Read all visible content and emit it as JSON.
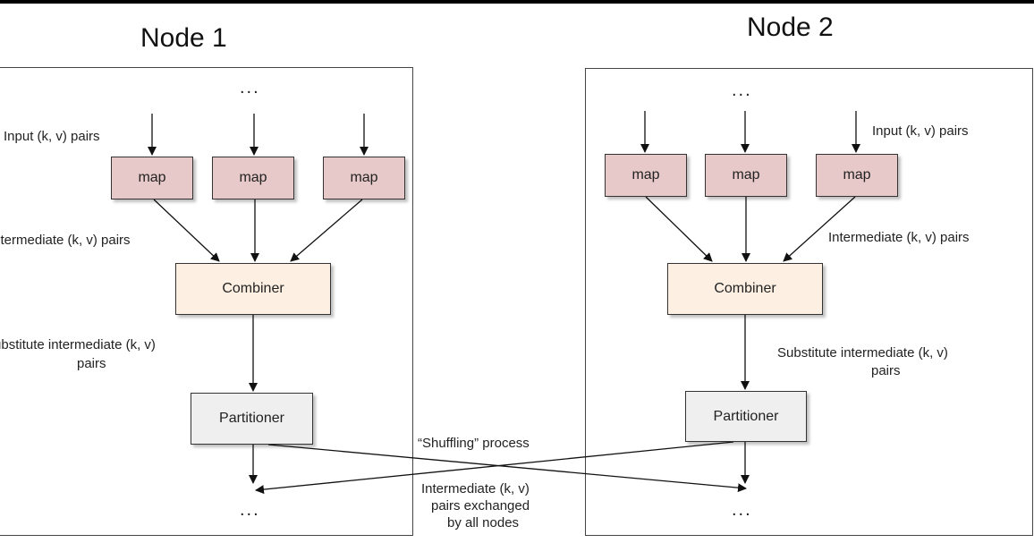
{
  "diagram": {
    "ellipsis": "...",
    "node1": {
      "title": "Node 1",
      "map_labels": [
        "map",
        "map",
        "map"
      ],
      "combiner_label": "Combiner",
      "partitioner_label": "Partitioner",
      "input_label": "Input (k, v) pairs",
      "intermediate_label": "Intermediate (k, v) pairs",
      "substitute_label_line1": "Substitute intermediate (k, v)",
      "substitute_label_line2": "pairs"
    },
    "node2": {
      "title": "Node 2",
      "map_labels": [
        "map",
        "map",
        "map"
      ],
      "combiner_label": "Combiner",
      "partitioner_label": "Partitioner",
      "input_label": "Input (k, v) pairs",
      "intermediate_label": "Intermediate (k, v) pairs",
      "substitute_label_line1": "Substitute intermediate (k, v)",
      "substitute_label_line2": "pairs"
    },
    "shuffle": {
      "process_label": "“Shuffling” process",
      "exchange_line1": "Intermediate (k, v)",
      "exchange_line2": "pairs exchanged",
      "exchange_line3": "by all nodes"
    },
    "colors": {
      "map_fill": "#e8c9c9",
      "combiner_fill": "#fdf0e2",
      "partitioner_fill": "#efefef",
      "line": "#111111"
    }
  }
}
